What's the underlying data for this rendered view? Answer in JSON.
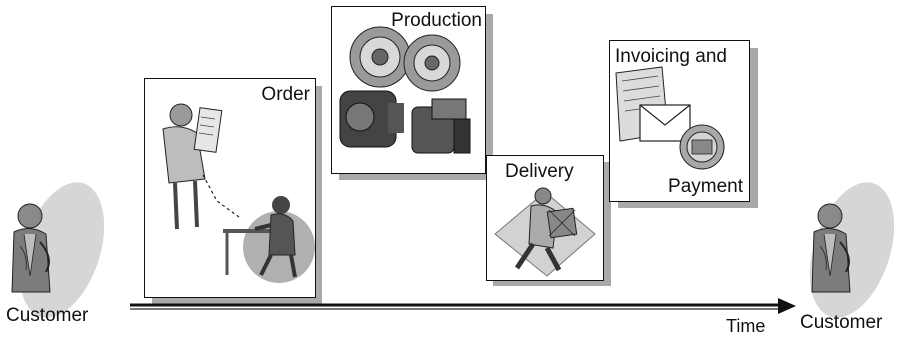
{
  "customer_start": {
    "label": "Customer",
    "icon": "customer-figure-icon"
  },
  "customer_end": {
    "label": "Customer",
    "icon": "customer-figure-icon"
  },
  "timeline": {
    "label": "Time"
  },
  "stages": {
    "order": {
      "title": "Order",
      "icon": "order-clerk-icon"
    },
    "production": {
      "title": "Production",
      "icon": "gears-machinery-icon"
    },
    "delivery": {
      "title": "Delivery",
      "icon": "delivery-person-icon"
    },
    "invoicing": {
      "title_top": "Invoicing and",
      "title_bottom": "Payment",
      "icon": "invoice-payment-icon"
    }
  },
  "colors": {
    "line": "#111111",
    "shadow": "#a9a9a9",
    "figure_grey": "#9a9a9a",
    "figure_dark": "#444444"
  }
}
